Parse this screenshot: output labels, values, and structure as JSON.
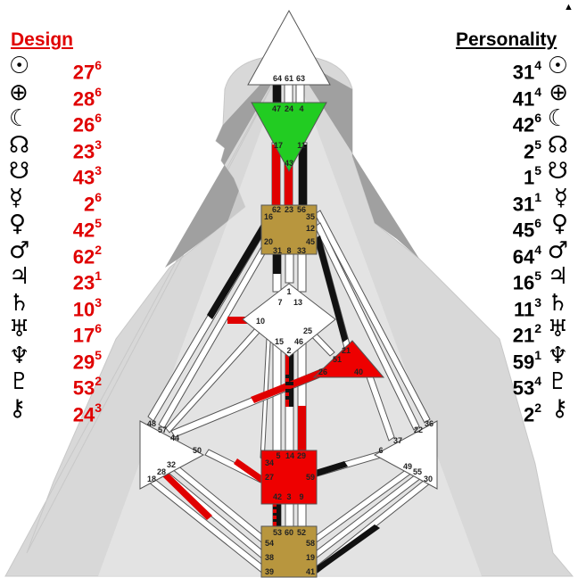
{
  "design": {
    "title": "Design",
    "rows": [
      {
        "planet": "sun-icon",
        "glyph": "☉",
        "gate": "27",
        "line": "6"
      },
      {
        "planet": "earth-icon",
        "glyph": "⊕",
        "gate": "28",
        "line": "6"
      },
      {
        "planet": "moon-icon",
        "glyph": "☾",
        "gate": "26",
        "line": "6"
      },
      {
        "planet": "north-node-icon",
        "glyph": "☊",
        "gate": "23",
        "line": "3"
      },
      {
        "planet": "south-node-icon",
        "glyph": "☋",
        "gate": "43",
        "line": "3"
      },
      {
        "planet": "mercury-icon",
        "glyph": "☿",
        "gate": "2",
        "line": "6"
      },
      {
        "planet": "venus-icon",
        "glyph": "♀",
        "gate": "42",
        "line": "5"
      },
      {
        "planet": "mars-icon",
        "glyph": "♂",
        "gate": "62",
        "line": "2"
      },
      {
        "planet": "jupiter-icon",
        "glyph": "♃",
        "gate": "23",
        "line": "1"
      },
      {
        "planet": "saturn-icon",
        "glyph": "♄",
        "gate": "10",
        "line": "3"
      },
      {
        "planet": "uranus-icon",
        "glyph": "♅",
        "gate": "17",
        "line": "6"
      },
      {
        "planet": "neptune-icon",
        "glyph": "♆",
        "gate": "29",
        "line": "5"
      },
      {
        "planet": "pluto-icon",
        "glyph": "♇",
        "gate": "53",
        "line": "2"
      },
      {
        "planet": "chiron-icon",
        "glyph": "⚷",
        "gate": "24",
        "line": "3"
      }
    ]
  },
  "personality": {
    "title": "Personality",
    "rows": [
      {
        "planet": "sun-icon",
        "glyph": "☉",
        "gate": "31",
        "line": "4"
      },
      {
        "planet": "earth-icon",
        "glyph": "⊕",
        "gate": "41",
        "line": "4"
      },
      {
        "planet": "moon-icon",
        "glyph": "☾",
        "gate": "42",
        "line": "6"
      },
      {
        "planet": "north-node-icon",
        "glyph": "☊",
        "gate": "2",
        "line": "5"
      },
      {
        "planet": "south-node-icon",
        "glyph": "☋",
        "gate": "1",
        "line": "5"
      },
      {
        "planet": "mercury-icon",
        "glyph": "☿",
        "gate": "31",
        "line": "1"
      },
      {
        "planet": "venus-icon",
        "glyph": "♀",
        "gate": "45",
        "line": "6"
      },
      {
        "planet": "mars-icon",
        "glyph": "♂",
        "gate": "64",
        "line": "4"
      },
      {
        "planet": "jupiter-icon",
        "glyph": "♃",
        "gate": "16",
        "line": "5"
      },
      {
        "planet": "saturn-icon",
        "glyph": "♄",
        "gate": "11",
        "line": "3"
      },
      {
        "planet": "uranus-icon",
        "glyph": "♅",
        "gate": "21",
        "line": "2"
      },
      {
        "planet": "neptune-icon",
        "glyph": "♆",
        "gate": "59",
        "line": "1"
      },
      {
        "planet": "pluto-icon",
        "glyph": "♇",
        "gate": "53",
        "line": "4"
      },
      {
        "planet": "chiron-icon",
        "glyph": "⚷",
        "gate": "2",
        "line": "2"
      }
    ]
  },
  "colors": {
    "design": "#e00000",
    "personality": "#000000",
    "defined_center": "#b8963e",
    "head_center": "#ffffff",
    "ajna_center": "#22cc22",
    "sacral_center": "#ee0000",
    "emotional_center": "#ee0000",
    "undefined_center": "#ffffff",
    "body_outline": "#d8d8d8",
    "shadow": "#a0a0a0"
  },
  "centers": {
    "head": {
      "gates": [
        "64",
        "61",
        "63"
      ]
    },
    "ajna": {
      "gates": [
        "47",
        "24",
        "4",
        "17",
        "11",
        "43"
      ]
    },
    "throat": {
      "gates": [
        "62",
        "23",
        "56",
        "16",
        "35",
        "12",
        "20",
        "45",
        "31",
        "8",
        "33"
      ]
    },
    "g": {
      "gates": [
        "1",
        "7",
        "13",
        "10",
        "25",
        "15",
        "2",
        "46"
      ]
    },
    "heart": {
      "gates": [
        "21",
        "51",
        "26",
        "40"
      ]
    },
    "sacral": {
      "gates": [
        "5",
        "14",
        "29",
        "34",
        "27",
        "59",
        "42",
        "3",
        "9"
      ]
    },
    "spleen": {
      "gates": [
        "48",
        "57",
        "44",
        "50",
        "32",
        "28",
        "18"
      ]
    },
    "solar_plexus": {
      "gates": [
        "36",
        "22",
        "37",
        "6",
        "49",
        "55",
        "30"
      ]
    },
    "root": {
      "gates": [
        "53",
        "60",
        "52",
        "54",
        "38",
        "58",
        "19",
        "39",
        "41"
      ]
    }
  },
  "corner_icon": "triangle-logo-icon",
  "corner_glyph": "▲"
}
